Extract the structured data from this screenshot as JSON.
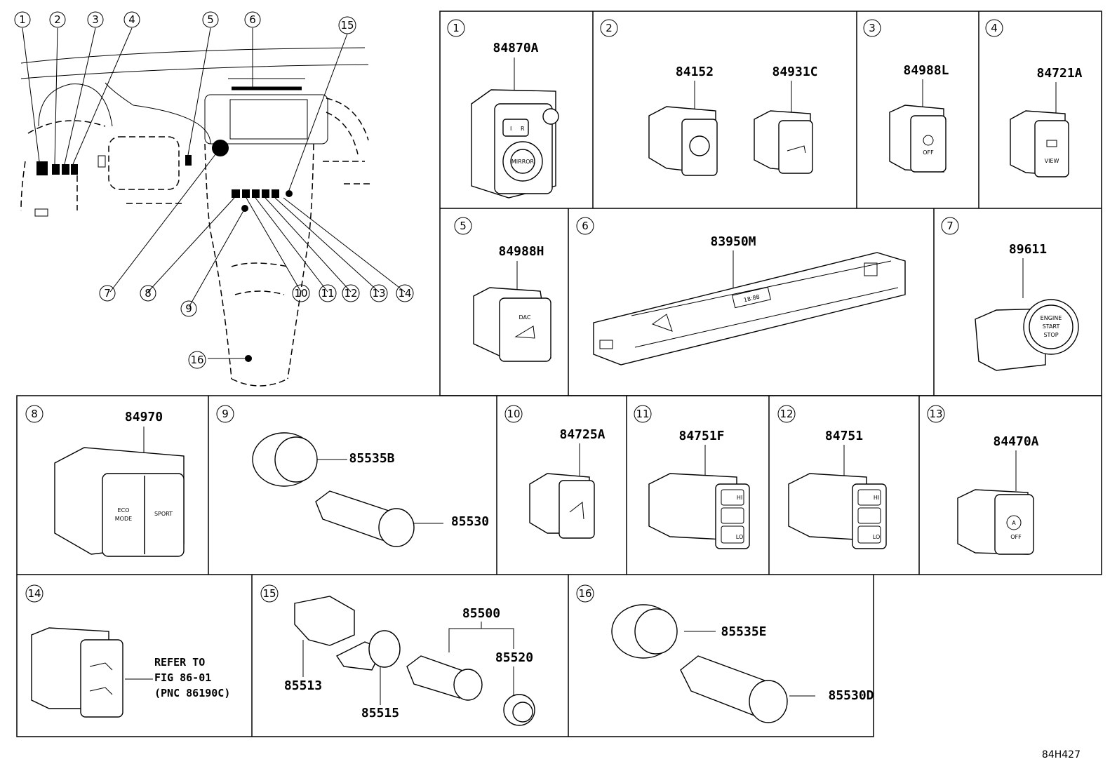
{
  "figure_code": "84H427",
  "overview": {
    "callouts": [
      "1",
      "2",
      "3",
      "4",
      "5",
      "6",
      "15",
      "7",
      "8",
      "9",
      "10",
      "11",
      "12",
      "13",
      "14",
      "16"
    ]
  },
  "panels": [
    {
      "num": "1",
      "parts": [
        "84870A"
      ],
      "labels": [
        "I",
        "R",
        "MIRROR"
      ]
    },
    {
      "num": "2",
      "parts": [
        "84152",
        "84931C"
      ]
    },
    {
      "num": "3",
      "parts": [
        "84988L"
      ],
      "labels": [
        "OFF"
      ]
    },
    {
      "num": "4",
      "parts": [
        "84721A"
      ],
      "labels": [
        "VIEW"
      ]
    },
    {
      "num": "5",
      "parts": [
        "84988H"
      ],
      "labels": [
        "DAC"
      ]
    },
    {
      "num": "6",
      "parts": [
        "83950M"
      ],
      "labels": [
        "18:88"
      ]
    },
    {
      "num": "7",
      "parts": [
        "89611"
      ],
      "labels": [
        "ENGINE",
        "START",
        "STOP"
      ]
    },
    {
      "num": "8",
      "parts": [
        "84970"
      ],
      "labels": [
        "ECO",
        "MODE",
        "SPORT"
      ]
    },
    {
      "num": "9",
      "parts": [
        "85535B",
        "85530"
      ]
    },
    {
      "num": "10",
      "parts": [
        "84725A"
      ]
    },
    {
      "num": "11",
      "parts": [
        "84751F"
      ],
      "labels": [
        "HI",
        "LO"
      ]
    },
    {
      "num": "12",
      "parts": [
        "84751"
      ],
      "labels": [
        "HI",
        "LO"
      ]
    },
    {
      "num": "13",
      "parts": [
        "84470A"
      ],
      "labels": [
        "A",
        "OFF"
      ]
    },
    {
      "num": "14",
      "parts": [],
      "reference": [
        "REFER TO",
        "FIG 86-01",
        "(PNC 86190C)"
      ]
    },
    {
      "num": "15",
      "parts": [
        "85513",
        "85515",
        "85500",
        "85520"
      ]
    },
    {
      "num": "16",
      "parts": [
        "85535E",
        "85530D"
      ]
    }
  ],
  "colors": {
    "line": "#000000",
    "background": "#ffffff",
    "shade": "#e9e9e9"
  },
  "icons": [
    "circled-number-callout",
    "switch-illustration"
  ]
}
